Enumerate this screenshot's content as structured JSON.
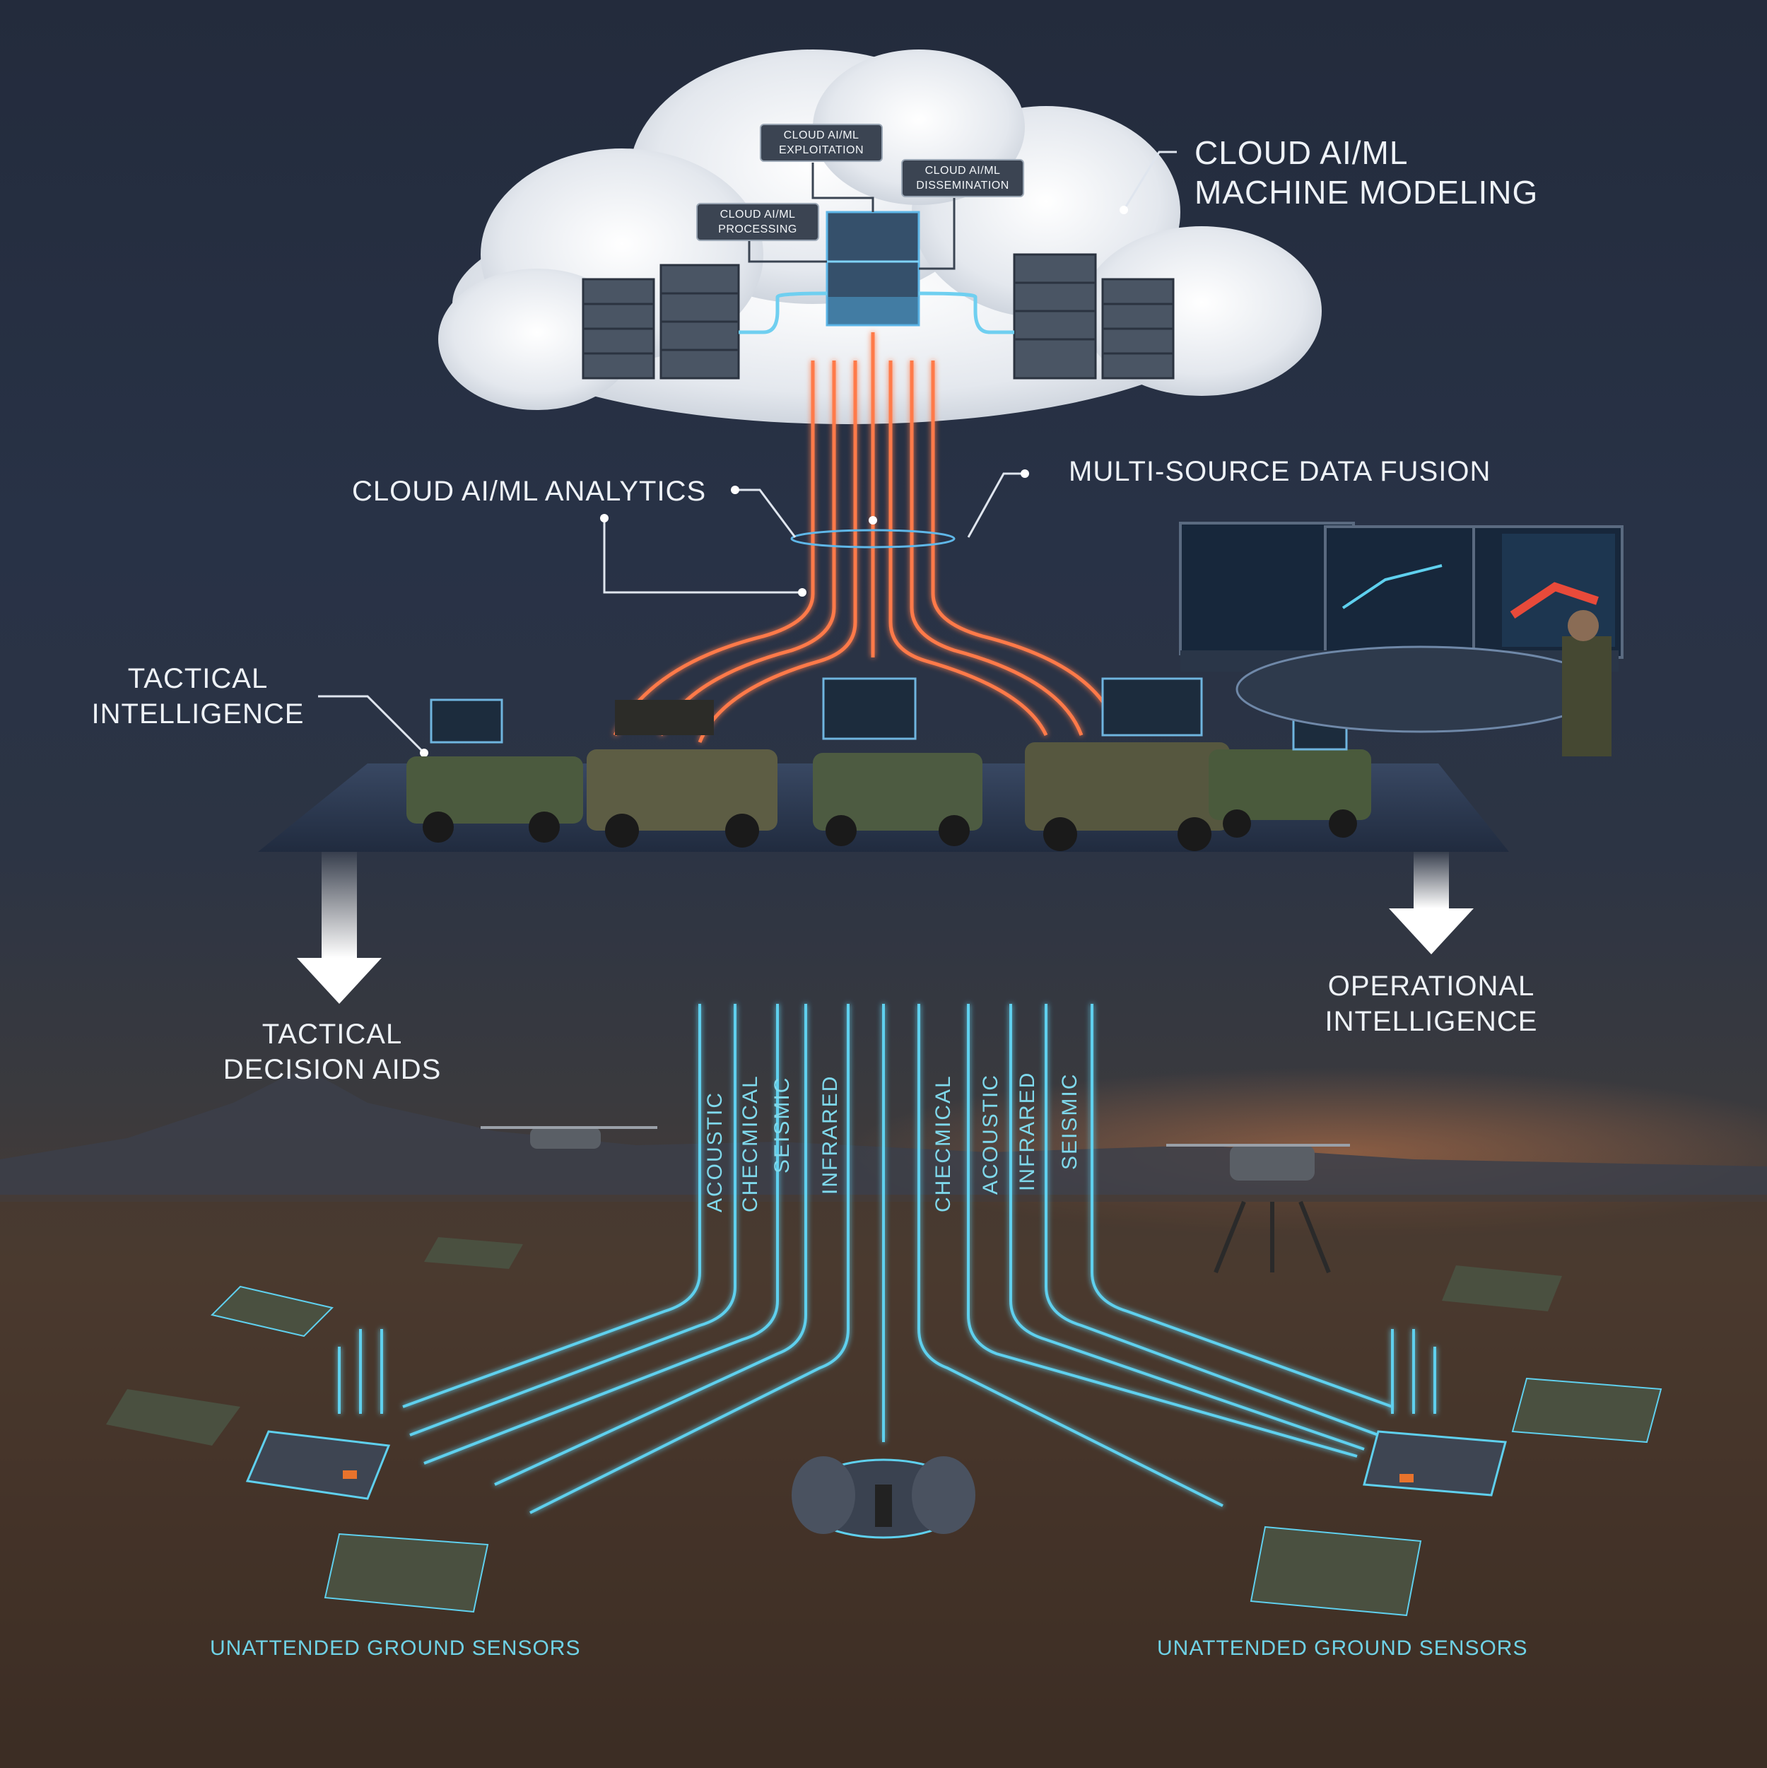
{
  "cloud": {
    "title_line1": "CLOUD AI/ML",
    "title_line2": "MACHINE MODELING",
    "boxes": {
      "exploitation": [
        "CLOUD AI/ML",
        "EXPLOITATION"
      ],
      "dissemination": [
        "CLOUD AI/ML",
        "DISSEMINATION"
      ],
      "processing": [
        "CLOUD AI/ML",
        "PROCESSING"
      ]
    }
  },
  "labels": {
    "analytics": "CLOUD AI/ML ANALYTICS",
    "fusion": "MULTI-SOURCE DATA FUSION",
    "tactical_intel": [
      "TACTICAL",
      "INTELLIGENCE"
    ],
    "tactical_aids": [
      "TACTICAL",
      "DECISION AIDS"
    ],
    "operational_intel": [
      "OPERATIONAL",
      "INTELLIGENCE"
    ],
    "ugs_left": "UNATTENDED GROUND SENSORS",
    "ugs_right": "UNATTENDED GROUND SENSORS"
  },
  "sensor_streams": {
    "left": [
      "ACOUSTIC",
      "CHECMICAL",
      "SEISMIC",
      "INFRARED"
    ],
    "right": [
      "CHECMICAL",
      "ACOUSTIC",
      "INFRARED",
      "SEISMIC"
    ]
  },
  "colors": {
    "stream_orange": "#ff7a4a",
    "stream_cyan": "#5fd0ee",
    "label_white": "#eef2f7",
    "sensor_label": "#6fd2e6"
  }
}
